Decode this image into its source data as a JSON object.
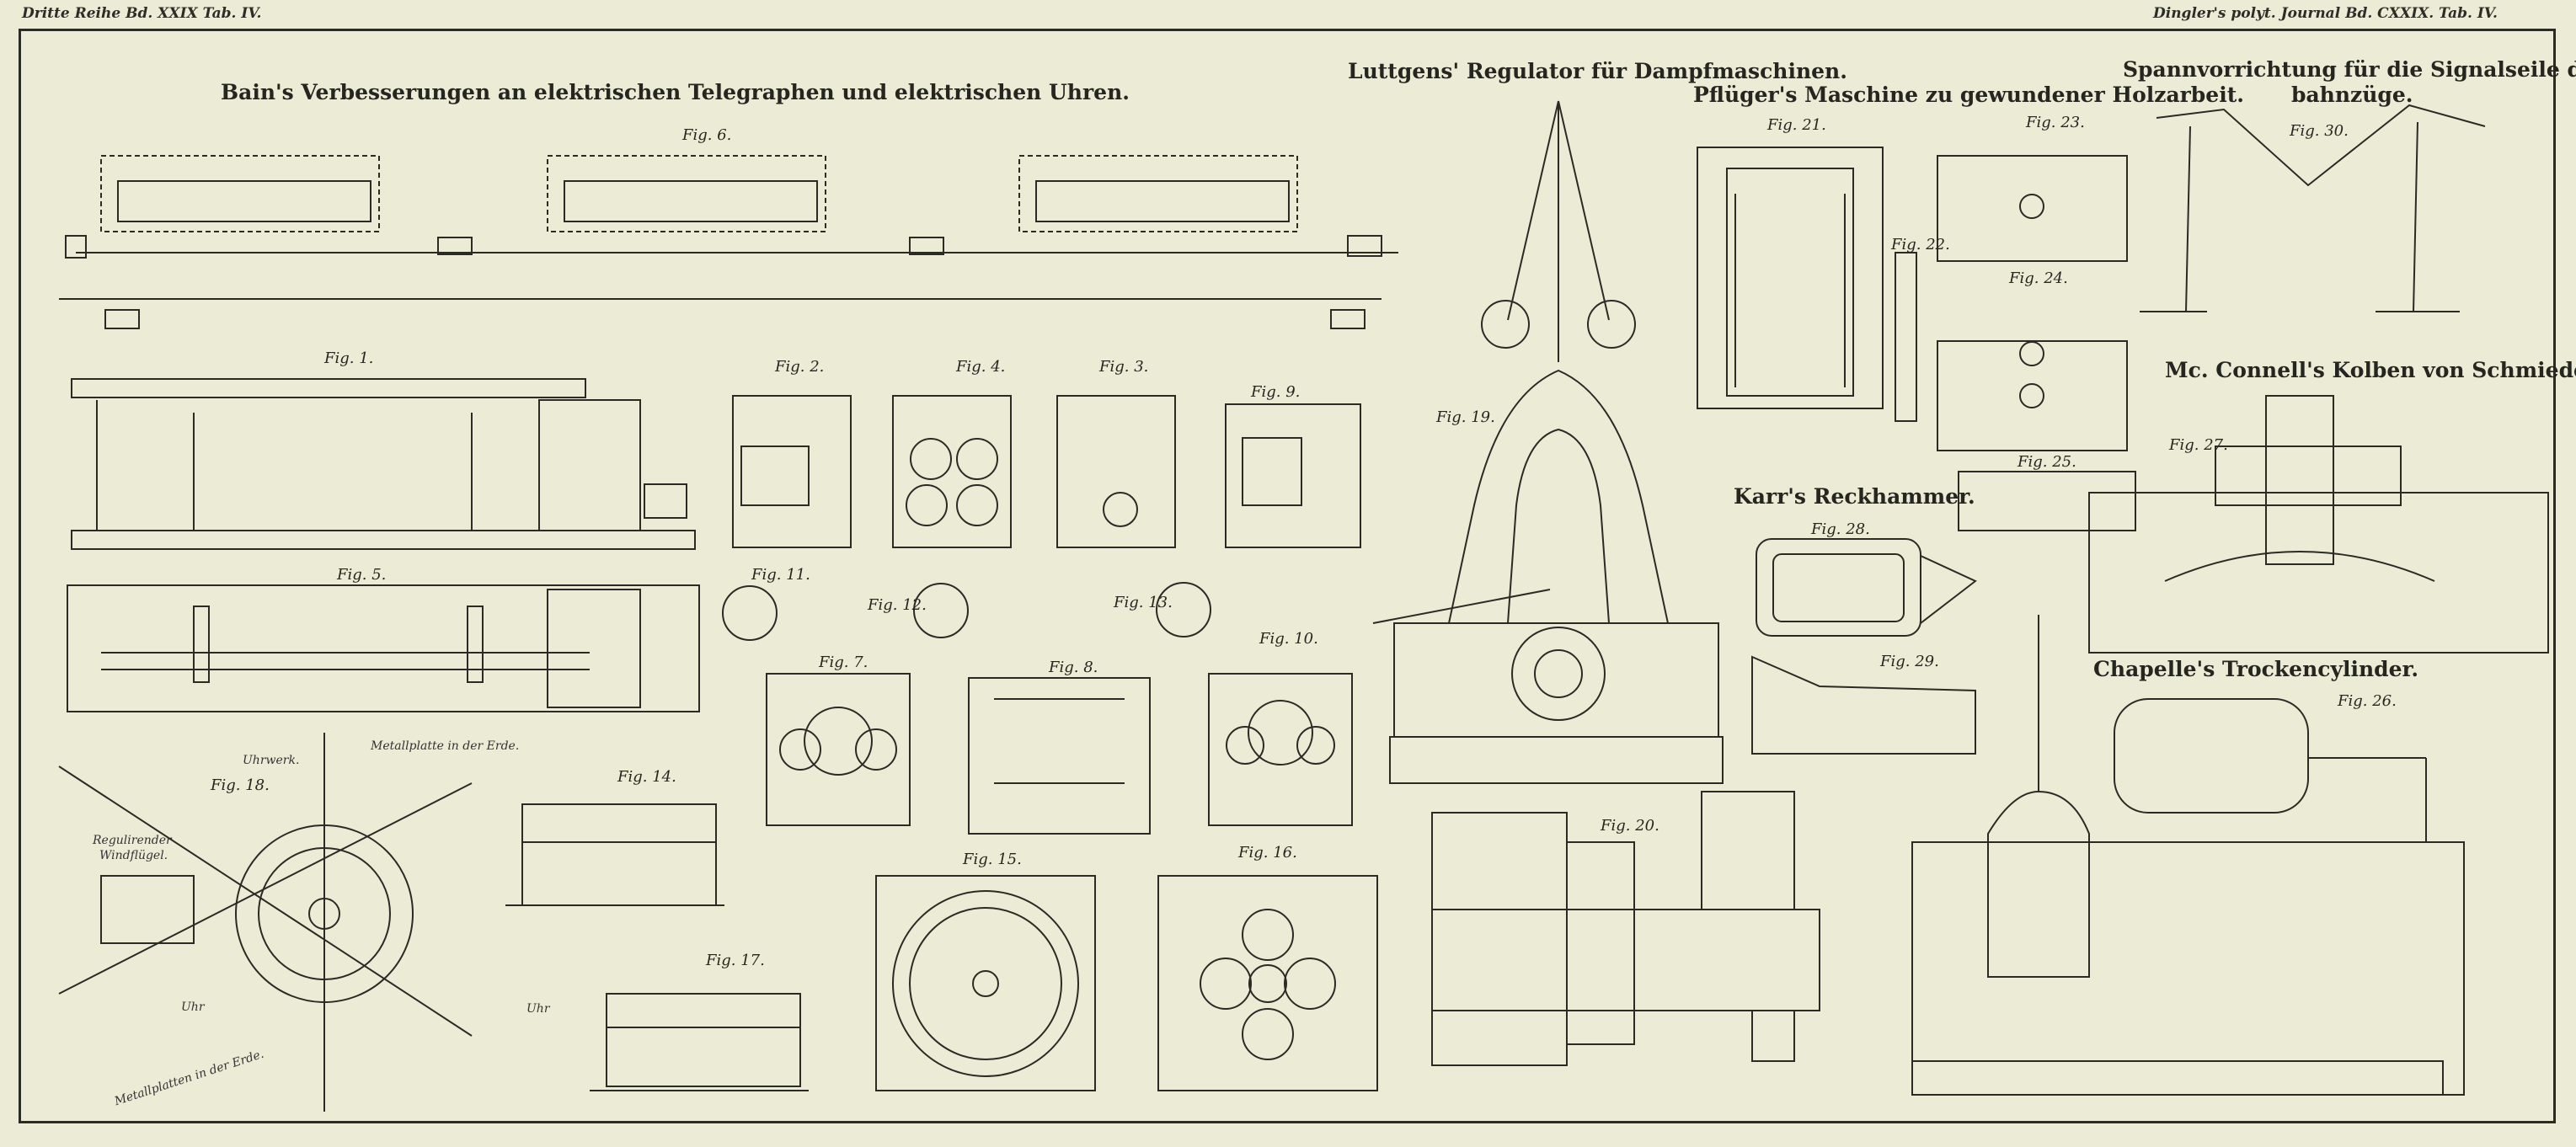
{
  "header": {
    "left": "Dritte Reihe Bd. XXIX Tab. IV.",
    "right": "Dingler's polyt. Journal Bd. CXXIX. Tab. IV."
  },
  "titles": {
    "bain": "Bain's Verbesserungen an elektrischen Telegraphen und elektrischen Uhren.",
    "luttgens": "Luttgens' Regulator für Dampfmaschinen.",
    "pflueger": "Pflüger's Maschine zu gewundener Holzarbeit.",
    "spann1": "Spannvorrichtung für die Signalseile der Eisen-",
    "spann2": "bahnzüge.",
    "connell": "Mc. Connell's Kolben von Schmiedeeisen.",
    "karr": "Karr's Reckhammer.",
    "chapelle": "Chapelle's Trockencylinder."
  },
  "figures": {
    "f1": "Fig. 1.",
    "f2": "Fig. 2.",
    "f3": "Fig. 3.",
    "f4": "Fig. 4.",
    "f5": "Fig. 5.",
    "f6": "Fig. 6.",
    "f7": "Fig. 7.",
    "f8": "Fig. 8.",
    "f9": "Fig. 9.",
    "f10": "Fig. 10.",
    "f11": "Fig. 11.",
    "f12": "Fig. 12.",
    "f13": "Fig. 13.",
    "f14": "Fig. 14.",
    "f15": "Fig. 15.",
    "f16": "Fig. 16.",
    "f17": "Fig. 17.",
    "f18": "Fig. 18.",
    "f19": "Fig. 19.",
    "f20": "Fig. 20.",
    "f21": "Fig. 21.",
    "f22": "Fig. 22.",
    "f23": "Fig. 23.",
    "f24": "Fig. 24.",
    "f25": "Fig. 25.",
    "f26": "Fig. 26.",
    "f27": "Fig. 27.",
    "f28": "Fig. 28.",
    "f29": "Fig. 29.",
    "f30": "Fig. 30."
  },
  "notes": {
    "metallplatte": "Metallplatte in der Erde.",
    "uhrwerk": "Uhrwerk.",
    "regulirender1": "Regulirender",
    "regulirender2": "Windflügel.",
    "uhr1": "Uhr",
    "uhr2": "Uhr",
    "metallplatten": "Metallplatten in der Erde."
  },
  "colors": {
    "paper": "#ecebd6",
    "ink": "#2b2b26",
    "shade": "#8a8a80"
  }
}
